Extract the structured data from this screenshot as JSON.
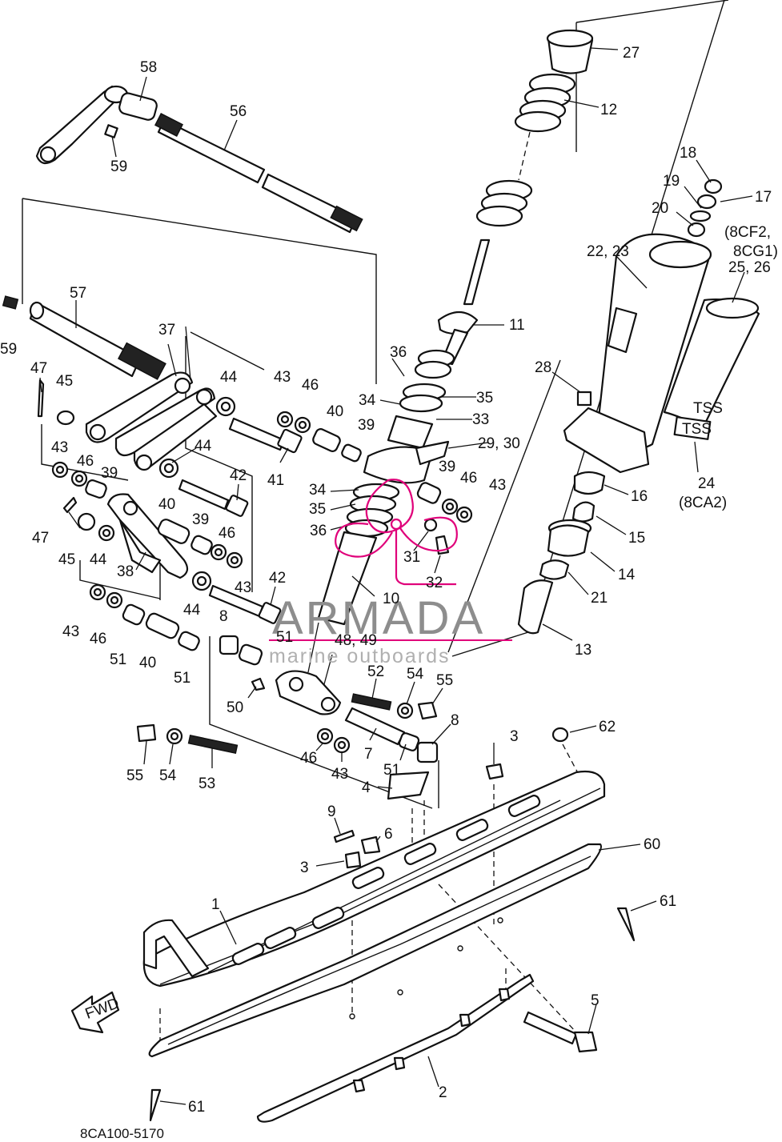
{
  "callouts": {
    "c1": "1",
    "c2": "2",
    "c3a": "3",
    "c3b": "3",
    "c4": "4",
    "c5": "5",
    "c6": "6",
    "c7": "7",
    "c8a": "8",
    "c8b": "8",
    "c9": "9",
    "c10": "10",
    "c11": "11",
    "c12": "12",
    "c13": "13",
    "c14": "14",
    "c15": "15",
    "c16": "16",
    "c17": "17",
    "c18": "18",
    "c19": "19",
    "c20": "20",
    "c21": "21",
    "c2223": "22, 23",
    "c24": "24",
    "c24sub": "(8CA2)",
    "c2526": "25, 26",
    "c27": "27",
    "c28": "28",
    "c2930": "29, 30",
    "c31": "31",
    "c32": "32",
    "c33": "33",
    "c34a": "34",
    "c34b": "34",
    "c35a": "35",
    "c35b": "35",
    "c36a": "36",
    "c36b": "36",
    "c37": "37",
    "c38": "38",
    "c39a": "39",
    "c39b": "39",
    "c39c": "39",
    "c39d": "39",
    "c40a": "40",
    "c40b": "40",
    "c40c": "40",
    "c41": "41",
    "c42a": "42",
    "c42b": "42",
    "c43a": "43",
    "c43b": "43",
    "c43c": "43",
    "c43d": "43",
    "c43e": "43",
    "c43f": "43",
    "c44a": "44",
    "c44b": "44",
    "c44c": "44",
    "c44d": "44",
    "c45a": "45",
    "c45b": "45",
    "c46a": "46",
    "c46b": "46",
    "c46c": "46",
    "c46d": "46",
    "c46e": "46",
    "c46f": "46",
    "c47a": "47",
    "c47b": "47",
    "c4849": "48, 49",
    "c50": "50",
    "c51a": "51",
    "c51b": "51",
    "c51c": "51",
    "c51d": "51",
    "c52": "52",
    "c53": "53",
    "c54a": "54",
    "c54b": "54",
    "c55a": "55",
    "c55b": "55",
    "c56": "56",
    "c57": "57",
    "c58": "58",
    "c59a": "59",
    "c59b": "59",
    "c60": "60",
    "c61a": "61",
    "c61b": "61",
    "c62": "62",
    "c8cf2": "(8CF2,",
    "c8cg1": "8CG1)"
  },
  "shock_marks": {
    "tss_a": "TSS",
    "tss_b": "TSS"
  },
  "fwd_arrow": "FWD",
  "watermark": {
    "brand": "ARMADA",
    "tagline": "marine outboards",
    "logo_icon": "propeller-logo-icon",
    "color": "#e0007a"
  },
  "diagram_code": "8CA100-5170"
}
